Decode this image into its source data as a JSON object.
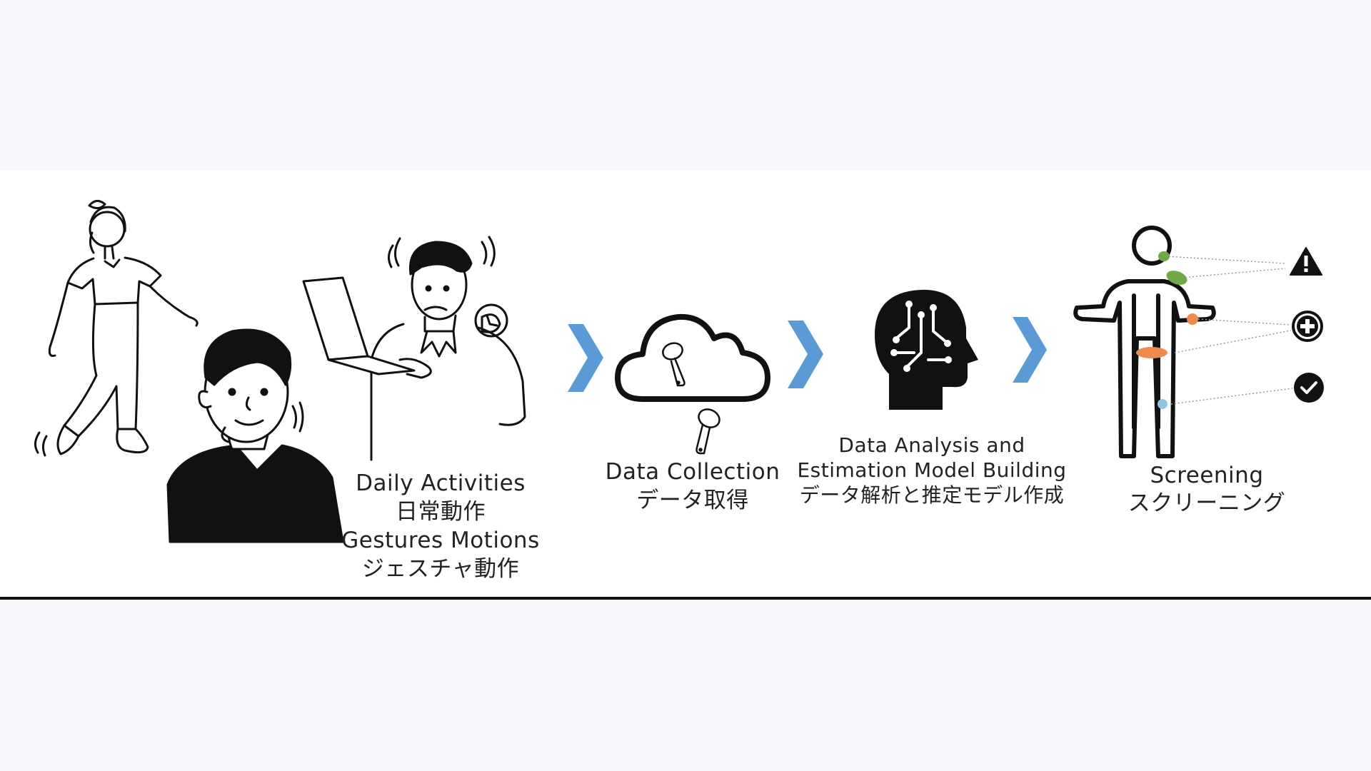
{
  "colors": {
    "arrow": "#5b9bd5",
    "line": "#111111",
    "green_marker": "#6fa944",
    "orange_marker": "#ed8a4c",
    "blue_marker": "#8ec6e3"
  },
  "stages": {
    "activities": {
      "line1": "Daily Activities",
      "line2": "日常動作",
      "line3": "Gestures Motions",
      "line4": "ジェスチャ動作"
    },
    "collection": {
      "line1": "Data Collection",
      "line2": "データ取得"
    },
    "analysis": {
      "line1": "Data Analysis and",
      "line2": "Estimation Model Building",
      "line3": "データ解析と推定モデル作成"
    },
    "screening": {
      "line1": "Screening",
      "line2": "スクリーニング"
    }
  },
  "icons": [
    "walking-woman-icon",
    "man-neck-pain-icon",
    "man-laptop-icon",
    "cloud-icon",
    "earbud-icon",
    "ai-head-icon",
    "body-outline-icon",
    "warning-icon",
    "medical-plus-icon",
    "checkmark-icon",
    "chevron-right-icon"
  ]
}
